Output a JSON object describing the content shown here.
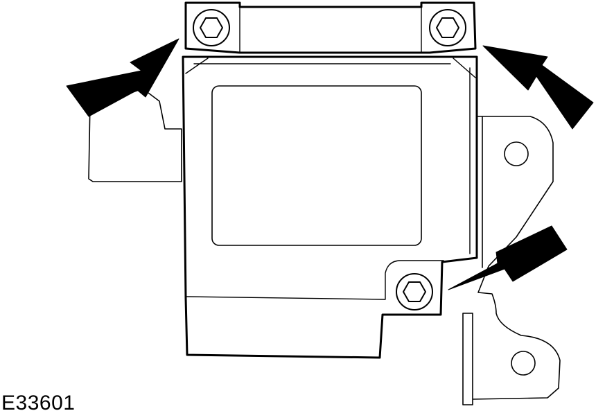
{
  "figure": {
    "reference_code": "E33601",
    "subject": "module-with-three-retaining-bolts",
    "bolt_count": 3,
    "indicator_arrow_count": 3
  }
}
